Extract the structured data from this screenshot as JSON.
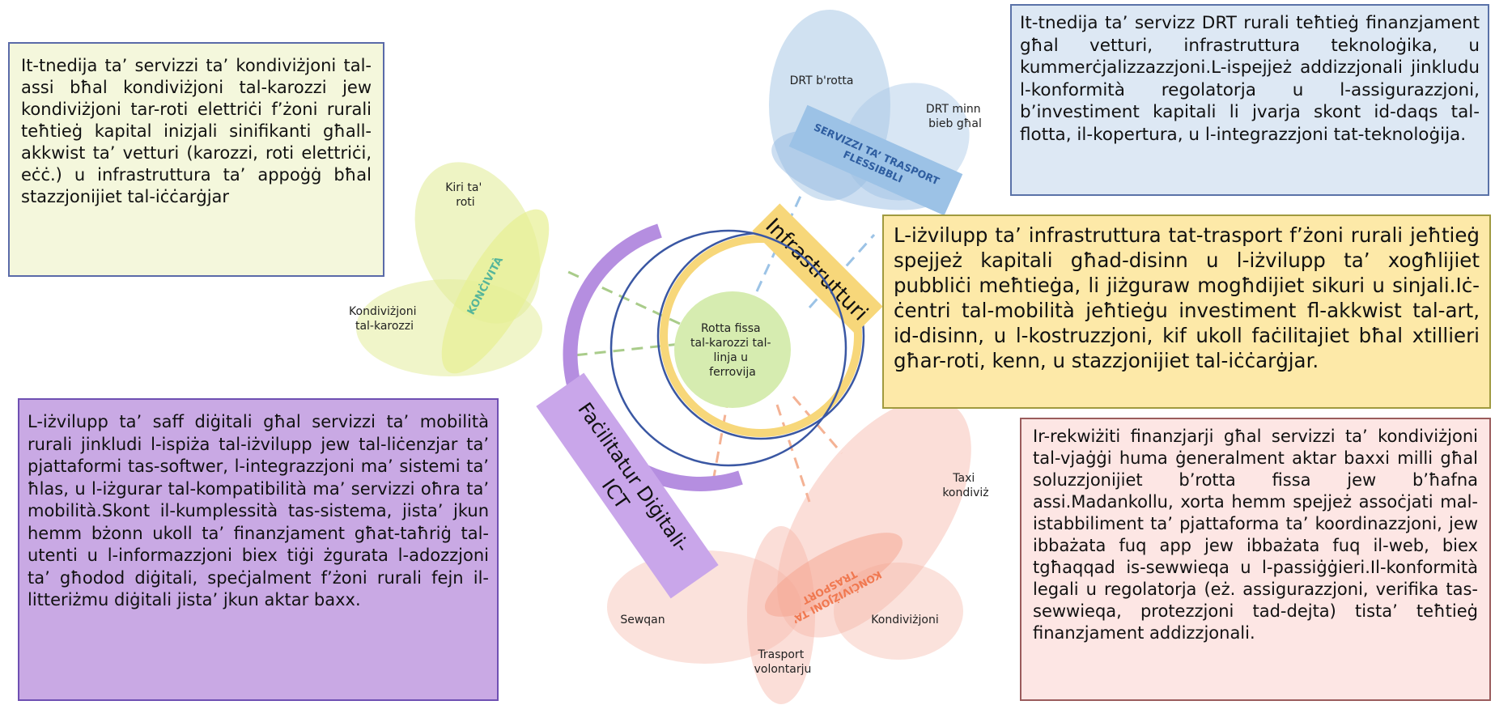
{
  "texts": {
    "kondivizjoni_box": "It-tnedija ta’ servizzi ta’ kondiviżjoni tal-assi bħal kondiviżjoni tal-karozzi jew kondiviżjoni tar-roti elettriċi f’żoni rurali teħtieġ kapital inizjali sinifikanti għall-akkwist ta’ vetturi (karozzi, roti elettriċi, eċċ.) u infrastruttura ta’ appoġġ bħal stazzjonijiet tal-iċċarġjar",
    "drt_box": "It-tnedija ta’ servizz DRT rurali teħtieġ finanzjament għal vetturi, infrastruttura teknoloġika, u kummerċjalizzazzjoni.L-ispejjeż addizzjonali jinkludu l-konformità regolatorja u l-assigurazzjoni, b’investiment kapitali li jvarja skont id-daqs tal-flotta, il-kopertura, u l-integrazzjoni tat-teknoloġija.",
    "infrastruttura_box": "L-iżvilupp ta’ infrastruttura tat-trasport f’żoni rurali jeħtieġ spejjeż kapitali għad-disinn u l-iżvilupp ta’ xogħlijiet pubbliċi meħtieġa, li jiżguraw mogħdijiet sikuri u sinjali.Iċ-ċentri tal-mobilità jeħtieġu investiment fl-akkwist tal-art, id-disinn, u l-kostruzzjoni, kif ukoll faċilitajiet bħal xtillieri għar-roti, kenn, u stazzjonijiet tal-iċċarġjar.",
    "ict_box": "L-iżvilupp ta’ saff diġitali għal servizzi ta’ mobilità rurali jinkludi l-ispiża tal-iżvilupp jew tal-liċenzjar ta’ pjattaformi tas-softwer, l-integrazzjoni ma’ sistemi ta’ ħlas, u l-iżgurar tal-kompatibilità ma’ servizzi oħra ta’ mobilità.Skont il-kumplessità tas-sistema, jista’ jkun hemm bżonn ukoll ta’ finanzjament għat-taħriġ tal-utenti u l-informazzjoni biex tiġi żgurata l-adozzjoni ta’ għodod diġitali, speċjalment f’żoni rurali fejn il-litteriżmu diġitali jista’ jkun aktar baxx.",
    "kondivizjoni_vjaggi_box": "Ir-rekwiżiti finanzjarji għal servizzi ta’ kondiviżjoni tal-vjaġġi huma ġeneralment aktar baxxi milli għal soluzzjonijiet b’rotta fissa jew b’ħafna assi.Madankollu, xorta hemm spejjeż assoċjati mal-istabbiliment ta’ pjattaforma ta’ koordinazzjoni, jew ibbażata fuq app jew ibbażata fuq il-web, biex tgħaqqad is-sewwieqa u l-passiġġieri.Il-konformità legali u regolatorja (eż. assigurazzjoni, verifika tas-sewwieqa, protezzjoni tad-dejta) tista’ teħtieġ finanzjament addizzjonali."
  },
  "diagram": {
    "center": "Rotta fissa tal-karozzi tal-linja u ferrovija",
    "ring_labels": {
      "infrastruttura": "Infrastrutturi",
      "ict_1": "Faċilitatur Diġitali-",
      "ict_2": "ICT"
    },
    "clusters": {
      "top": {
        "title": "SERVIZZI TA’ TRASPORT FLESSIBBLI",
        "items": [
          "DRT b'rotta",
          "DRT minn bieb għal"
        ]
      },
      "left": {
        "title": "KONĊIVITÀ",
        "items": [
          "Kiri ta' roti",
          "Kondiviżjoni tal-karozzi"
        ]
      },
      "bottom": {
        "title": "KONĊIVIŻJONI TA’ TRASPORT",
        "items": [
          "Taxi kondiviż",
          "Kondiviżjoni",
          "Trasport volontarju",
          "Sewqan"
        ]
      }
    }
  },
  "colors": {
    "blue": "#a9c8e6",
    "yellow_green": "#e3ec9c",
    "salmon": "#f6b6a8",
    "purple": "#b58ee0",
    "gold": "#f7d77a",
    "center": "#d6ecb0"
  }
}
